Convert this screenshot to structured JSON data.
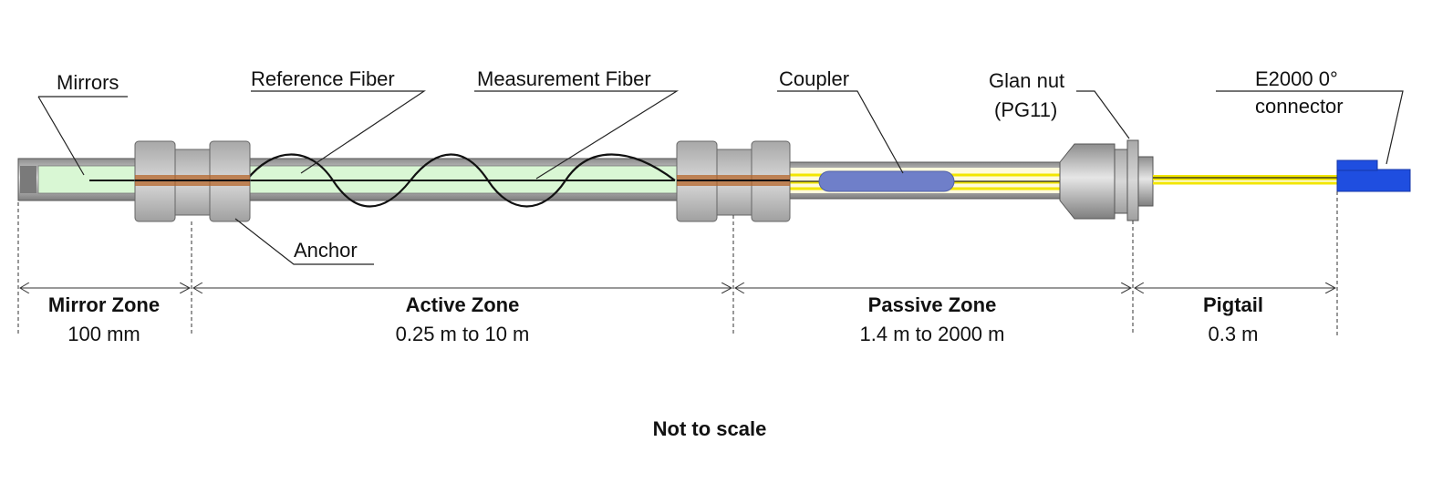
{
  "labels": {
    "mirrors": "Mirrors",
    "reference_fiber": "Reference Fiber",
    "measurement_fiber": "Measurement Fiber",
    "coupler": "Coupler",
    "glan_nut_line1": "Glan nut",
    "glan_nut_line2": "(PG11)",
    "connector_line1": "E2000 0°",
    "connector_line2": "connector",
    "anchor": "Anchor"
  },
  "zones": [
    {
      "name": "Mirror Zone",
      "length": "100 mm"
    },
    {
      "name": "Active Zone",
      "length": "0.25 m to 10 m"
    },
    {
      "name": "Passive Zone",
      "length": "1.4 m to 2000 m"
    },
    {
      "name": "Pigtail",
      "length": "0.3 m"
    }
  ],
  "note": "Not to scale",
  "colors": {
    "tube_fill": "#d9f7d4",
    "anchor_gray": "#b8b8b8",
    "coupler_blue": "#6f7fc9",
    "fiber_yellow": "#f2e600",
    "connector_blue": "#1f4ee0",
    "copper": "#b5652a"
  }
}
